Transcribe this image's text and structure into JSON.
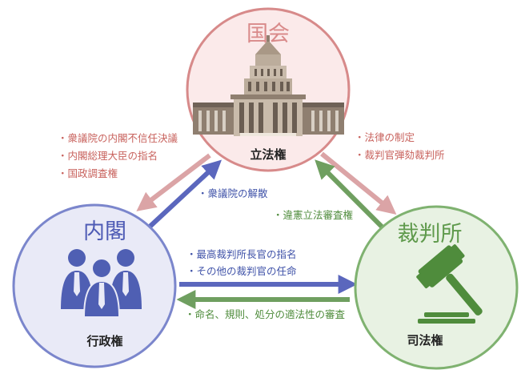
{
  "diet": {
    "title": "国会",
    "power": "立法権",
    "icon": "diet-building-icon",
    "color": "#d78a8a",
    "fill": "#fbeaea",
    "title_color": "#d98a8a"
  },
  "cabinet": {
    "title": "内閣",
    "power": "行政権",
    "icon": "people-group-icon",
    "color": "#7b86cc",
    "fill": "#e9eaf7",
    "title_color": "#4e5bb5"
  },
  "court": {
    "title": "裁判所",
    "power": "司法権",
    "icon": "gavel-icon",
    "color": "#7fb270",
    "fill": "#e8f2e3",
    "title_color": "#5f9a4c"
  },
  "diet_to_cabinet": {
    "items": [
      "・衆議院の内閣不信任決議",
      "・内閣総理大臣の指名",
      "・国政調査権"
    ],
    "color": "#c8625d"
  },
  "diet_to_court": {
    "items": [
      "・法律の制定",
      "・裁判官弾劾裁判所"
    ],
    "color": "#c8625d"
  },
  "cabinet_to_diet": {
    "items": [
      "・衆議院の解散"
    ],
    "color": "#3f52a8"
  },
  "court_to_diet": {
    "items": [
      "・違憲立法審査権"
    ],
    "color": "#4f8c3c"
  },
  "cabinet_to_court": {
    "items": [
      "・最高裁判所長官の指名",
      "・その他の裁判官の任命"
    ],
    "color": "#3f52a8"
  },
  "court_to_cabinet": {
    "items": [
      "・命名、規則、処分の適法性の審査"
    ],
    "color": "#4f8c3c"
  }
}
